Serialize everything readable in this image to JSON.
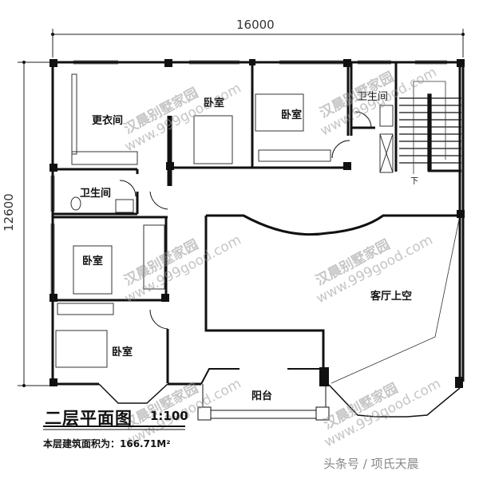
{
  "plan": {
    "title": "二层平面图",
    "scale": "1:100",
    "area_text": "本层建筑面积为：166.71M²",
    "floor_area_m2": 166.71
  },
  "dimensions": {
    "width": "16000",
    "height": "12600"
  },
  "rooms": {
    "dressing": "更衣间",
    "bedroom_top": "卧室",
    "bedroom_top2": "卧室",
    "bath_top_right": "卫生间",
    "bath_left": "卫生间",
    "bedroom_mid_left": "卧室",
    "bedroom_bottom_left": "卧室",
    "living_void": "客厅上空",
    "balcony": "阳台",
    "stair_down": "下"
  },
  "watermark": {
    "line1": "汉晨别墅家园",
    "line2": "www.999good.com"
  },
  "source_credit": "头条号 / 项氏天晨",
  "colors": {
    "wall": "#111111",
    "window": "#888888",
    "watermark": "#9a9a9a",
    "credit": "#888888"
  }
}
